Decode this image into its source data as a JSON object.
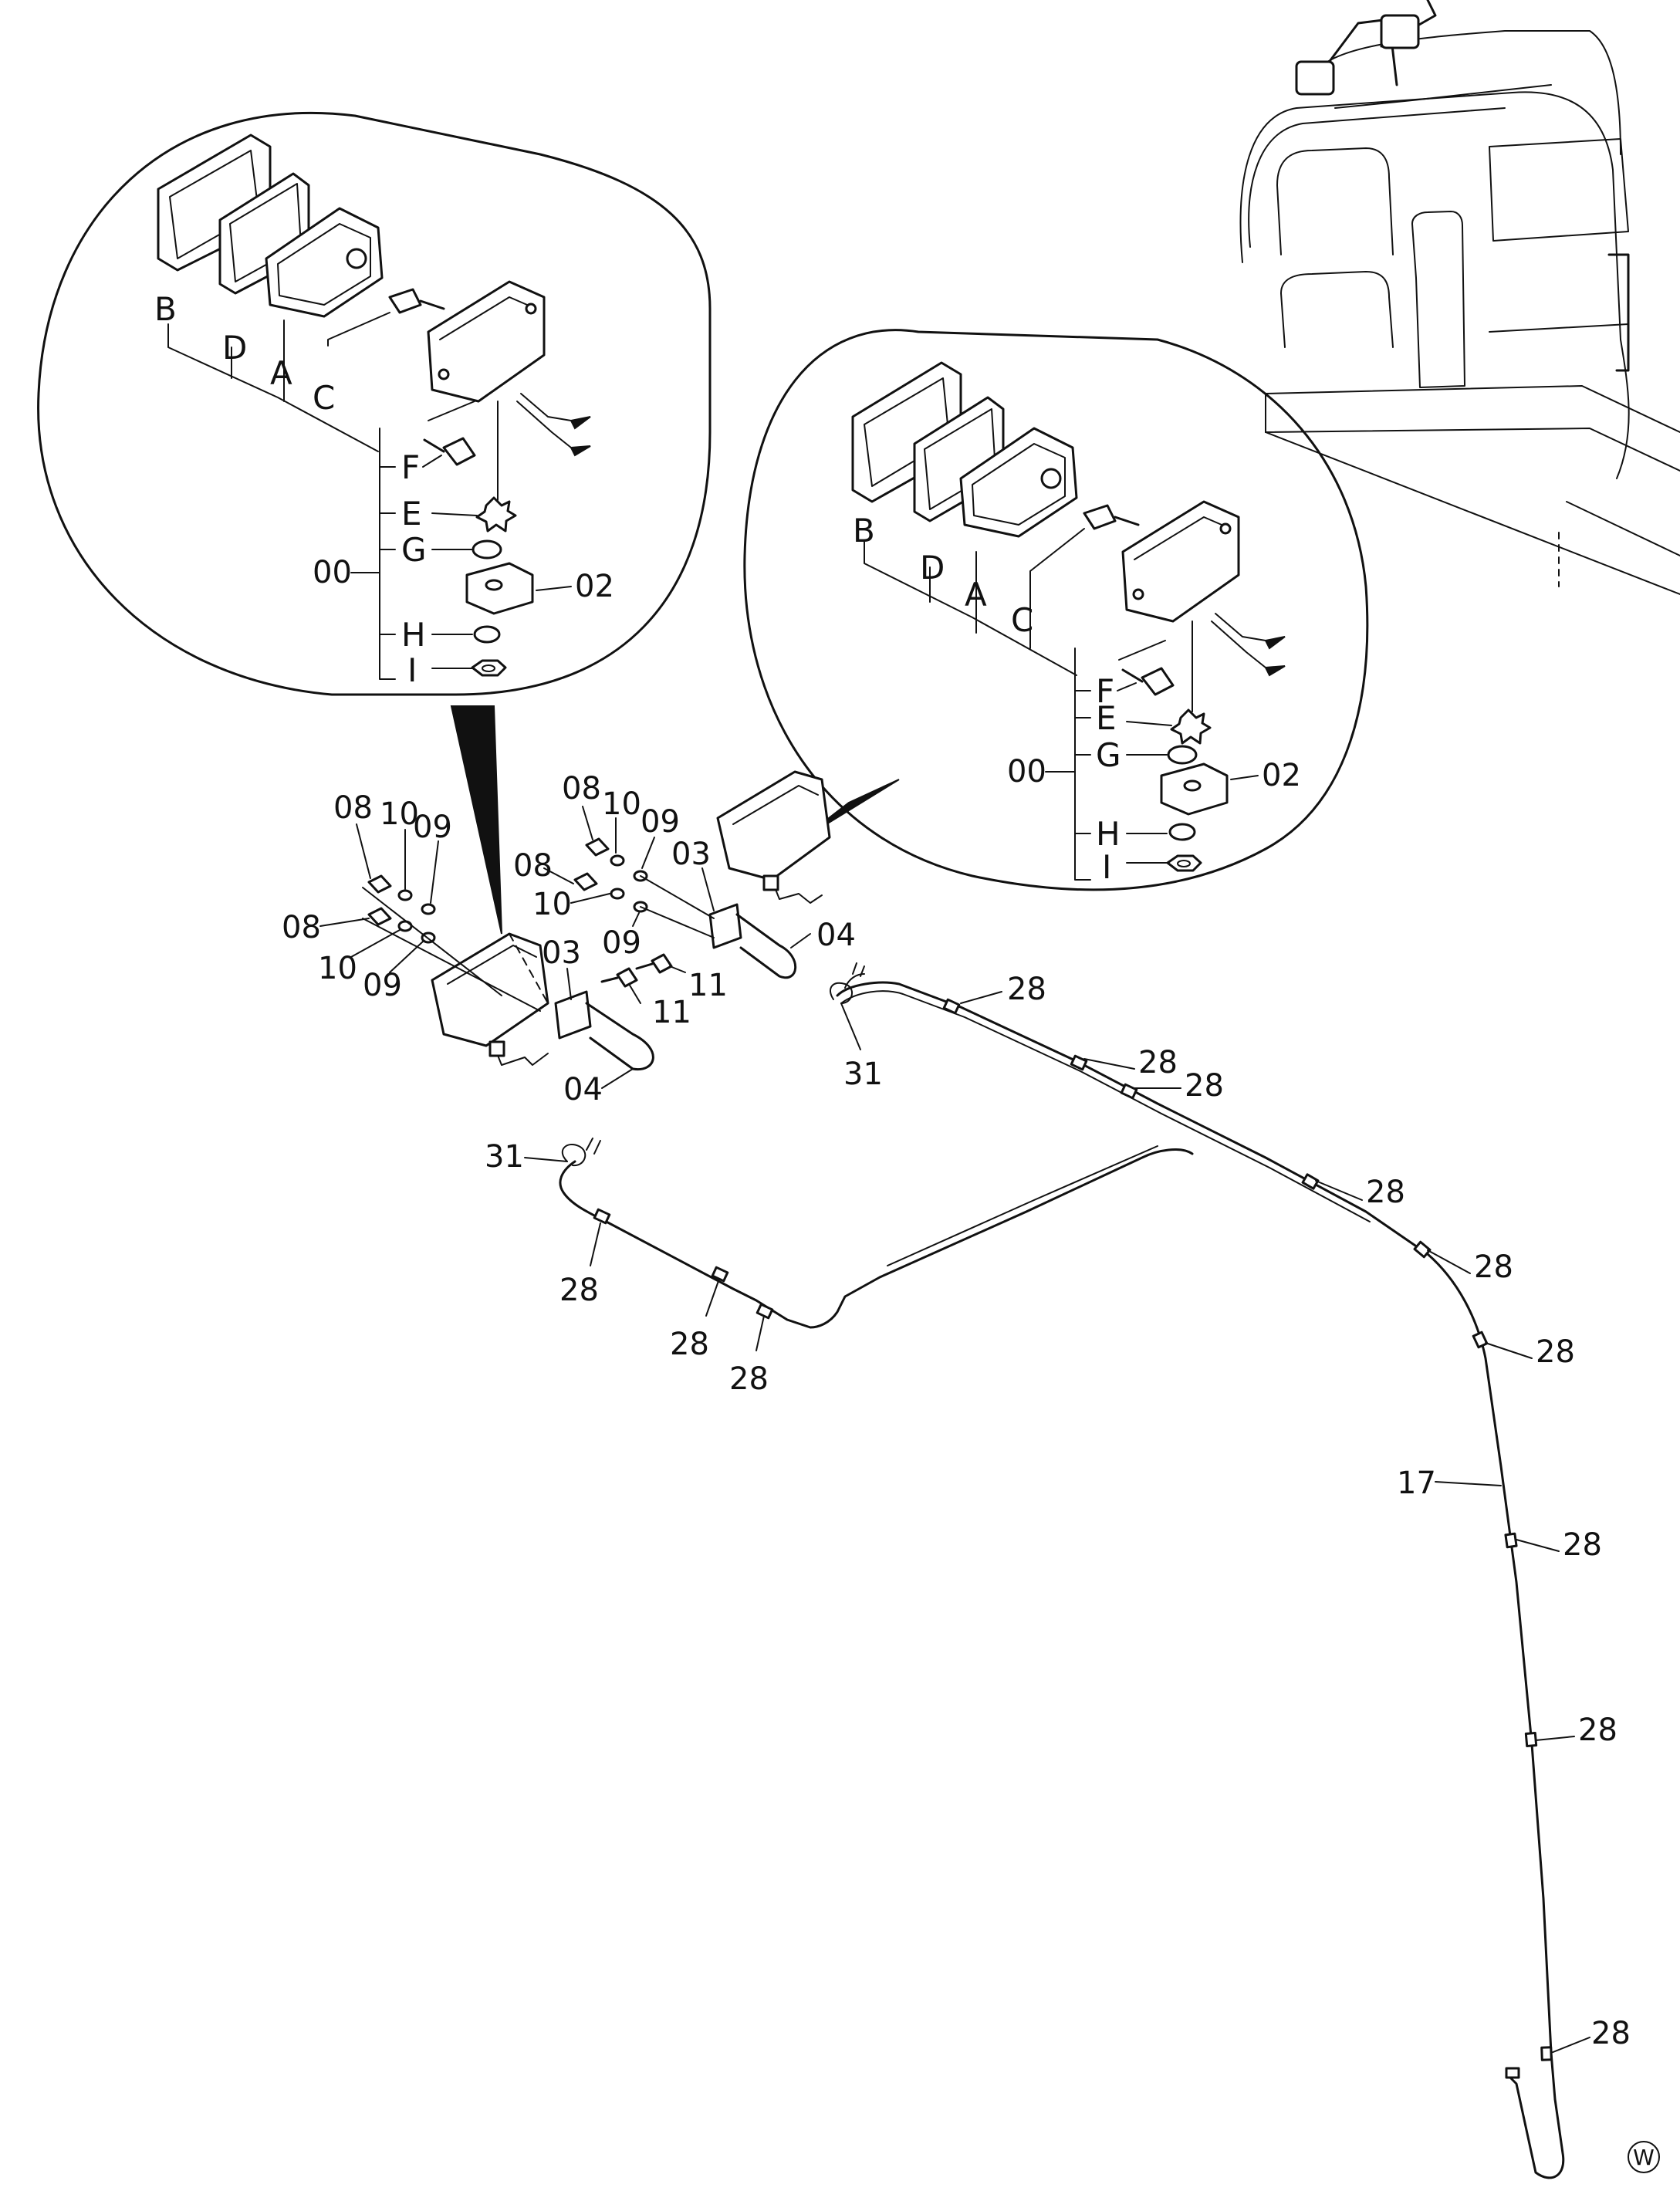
{
  "diagram": {
    "detail_left": {
      "letters": [
        "B",
        "D",
        "A",
        "C",
        "F",
        "E",
        "G",
        "H",
        "I"
      ],
      "assembly": "00",
      "bracket": "02"
    },
    "detail_right": {
      "letters": [
        "B",
        "D",
        "A",
        "C",
        "F",
        "E",
        "G",
        "H",
        "I"
      ],
      "assembly": "00",
      "bracket": "02"
    },
    "parts": {
      "p08": "08",
      "p10": "10",
      "p09": "09",
      "p03": "03",
      "p04": "04",
      "p11": "11",
      "p31": "31",
      "p28": "28",
      "p17": "17"
    },
    "view_mark": "W"
  }
}
